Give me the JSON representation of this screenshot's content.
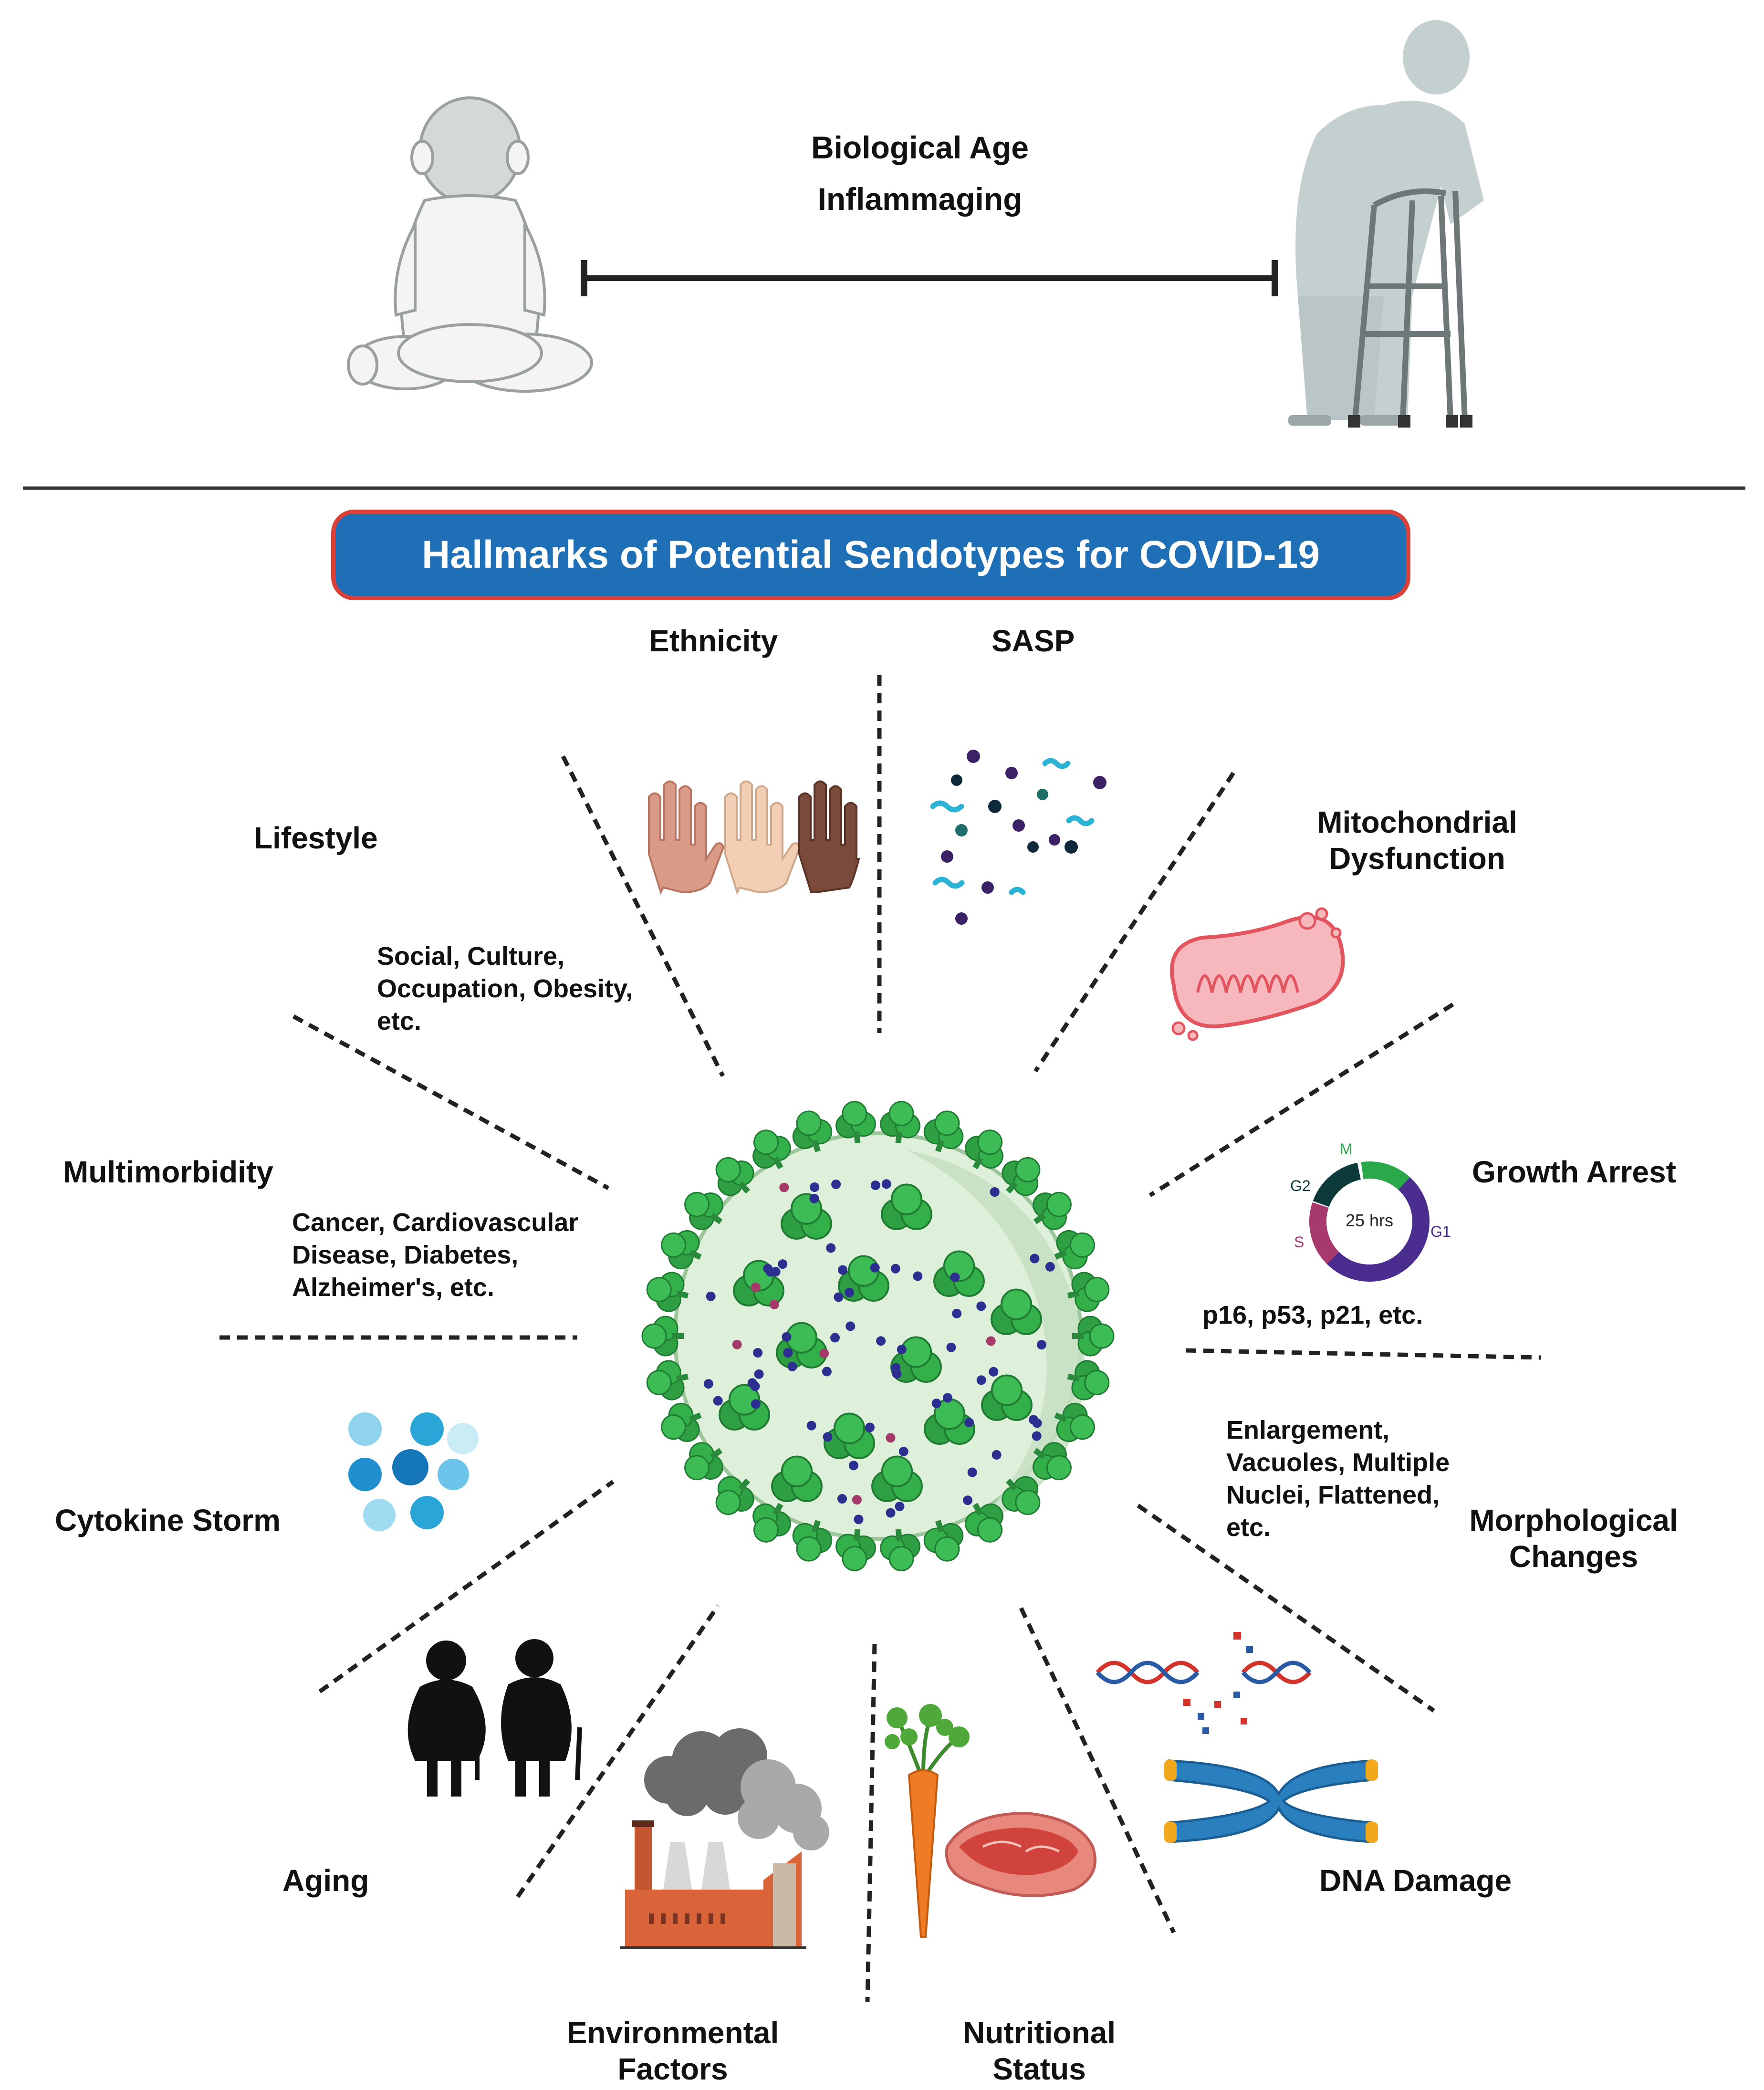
{
  "timeline": {
    "top_label": "Biological Age",
    "bottom_label": "Inflammaging"
  },
  "banner": {
    "title": "Hallmarks of Potential Sendotypes for COVID-19"
  },
  "hallmarks": {
    "ethnicity": "Ethnicity",
    "sasp": "SASP",
    "lifestyle": "Lifestyle",
    "lifestyle_detail": "Social, Culture,\nOccupation, Obesity,\netc.",
    "mitochondrial": "Mitochondrial\nDysfunction",
    "multimorbidity": "Multimorbidity",
    "multimorbidity_detail": "Cancer, Cardiovascular\nDisease, Diabetes,\nAlzheimer's, etc.",
    "growth_arrest": "Growth Arrest",
    "growth_arrest_detail": "p16, p53, p21, etc.",
    "cytokine_storm": "Cytokine Storm",
    "morphological": "Morphological\nChanges",
    "morphological_detail": "Enlargement,\nVacuoles, Multiple\nNuclei, Flattened,\netc.",
    "aging": "Aging",
    "dna_damage": "DNA Damage",
    "environmental": "Environmental\nFactors",
    "nutritional": "Nutritional\nStatus"
  },
  "cell_cycle": {
    "center": "25 hrs",
    "m": "M",
    "g1": "G1",
    "s": "S",
    "g2": "G2"
  },
  "colors": {
    "banner_fill": "#1e6fb5",
    "banner_border": "#d9413a",
    "virus_spike": "#2ea043",
    "virus_body": "#dff0da",
    "figure_grey": "#c4cfd0"
  },
  "icons": [
    "child-figure-icon",
    "elderly-walker-icon",
    "hands-icon",
    "sasp-molecules-icon",
    "mitochondrion-icon",
    "cell-cycle-icon",
    "virus-icon",
    "cytokine-icon",
    "elderly-couple-icon",
    "factory-icon",
    "carrot-icon",
    "steak-icon",
    "dna-strand-icon",
    "chromosome-icon"
  ]
}
